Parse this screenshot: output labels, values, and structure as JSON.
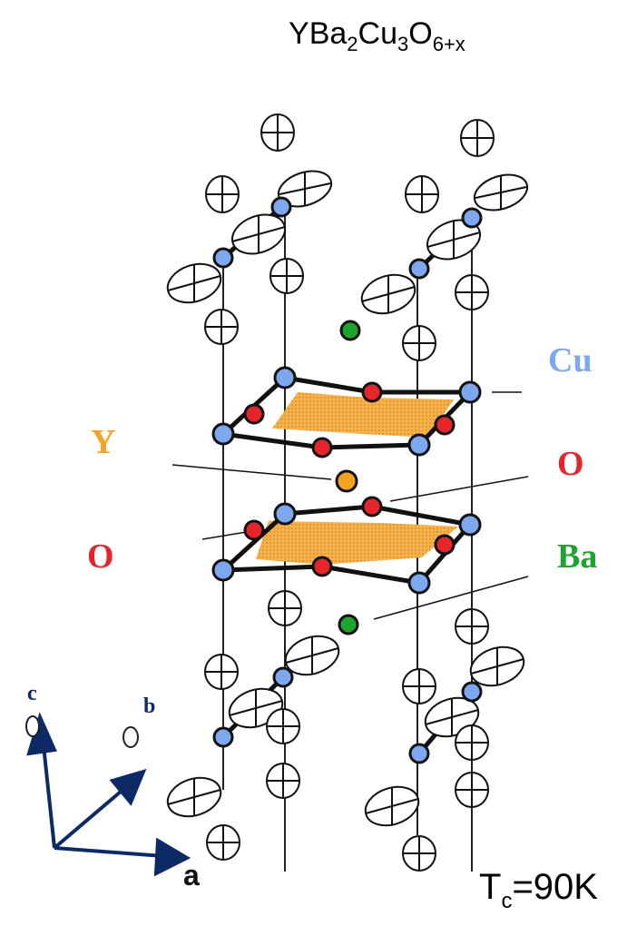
{
  "formula": {
    "base": [
      "Y",
      "Ba",
      "Cu",
      "O"
    ],
    "subs": [
      "2",
      "3",
      "6+x"
    ]
  },
  "tc": {
    "symbol": "T",
    "sub": "c",
    "value": "=90K"
  },
  "labels": {
    "cu": "Cu",
    "y": "Y",
    "o_right": "O",
    "o_left": "O",
    "ba": "Ba"
  },
  "axes": {
    "c": "c",
    "b": "b",
    "a": "a"
  },
  "colors": {
    "cu": "#7da7ee",
    "o": "#e4262b",
    "y": "#f4a323",
    "ba": "#1fa32d",
    "axis": "#0e2a66",
    "plane": "#f2a93b"
  }
}
